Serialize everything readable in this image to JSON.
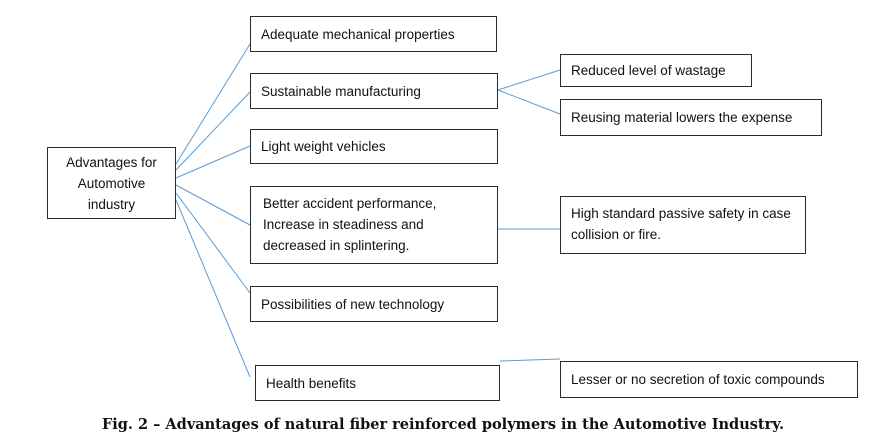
{
  "root": "Advantages for Automotive industry",
  "branches": [
    {
      "text": "Adequate mechanical properties"
    },
    {
      "text": "Sustainable manufacturing"
    },
    {
      "text": "Light weight vehicles"
    },
    {
      "text": "Better accident performance, Increase in steadiness and decreased in splintering."
    },
    {
      "text": "Possibilities of new technology"
    },
    {
      "text": "Health benefits"
    }
  ],
  "sub_branches": [
    {
      "text": "Reduced level of wastage"
    },
    {
      "text": "Reusing material lowers the expense"
    },
    {
      "text": "High standard passive safety in case collision or fire."
    },
    {
      "text": "Lesser or no secretion of toxic compounds"
    }
  ],
  "caption": "Fig. 2 – Advantages of natural fiber reinforced polymers in the Automotive Industry."
}
